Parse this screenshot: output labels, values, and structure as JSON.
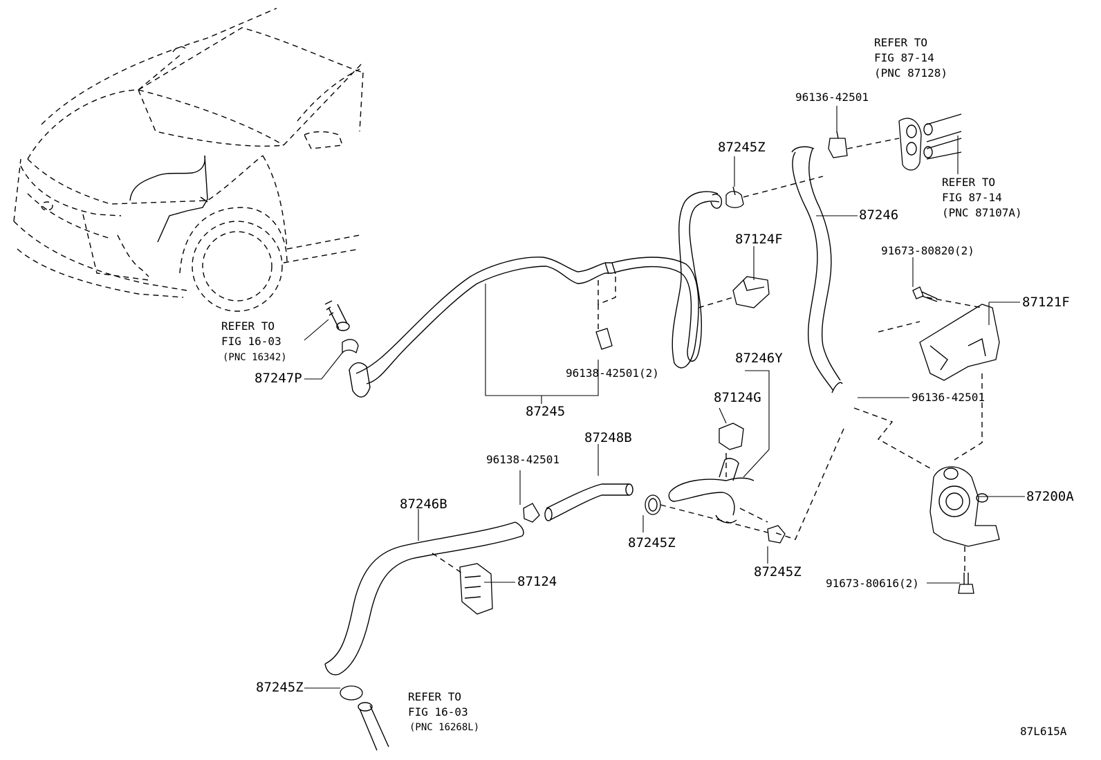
{
  "diagram": {
    "figure_code": "87L615A",
    "parts": {
      "p87245": "87245",
      "p87245z_top": "87245Z",
      "p87245z_mid": "87245Z",
      "p87245z_right": "87245Z",
      "p87245z_bottom": "87245Z",
      "p87246": "87246",
      "p87246b": "87246B",
      "p87246y": "87246Y",
      "p87247p": "87247P",
      "p87248b": "87248B",
      "p87124": "87124",
      "p87124f": "87124F",
      "p87124g": "87124G",
      "p87121f": "87121F",
      "p87200a": "87200A",
      "clip_96136_top": "96136-42501",
      "clip_96136_right": "96136-42501",
      "clip_96138_2": "96138-42501(2)",
      "clip_96138_left": "96138-42501",
      "bolt_91673_80820": "91673-80820(2)",
      "bolt_91673_80616": "91673-80616(2)"
    },
    "references": {
      "ref_87128": {
        "l1": "REFER TO",
        "l2": "FIG 87-14",
        "l3": "(PNC 87128)"
      },
      "ref_87107a": {
        "l1": "REFER TO",
        "l2": "FIG 87-14",
        "l3": "(PNC 87107A)"
      },
      "ref_16342": {
        "l1": "REFER TO",
        "l2": "FIG 16-03",
        "l3": "(PNC 16342)"
      },
      "ref_16268l": {
        "l1": "REFER TO",
        "l2": "FIG 16-03",
        "l3": "(PNC 16268L)"
      }
    }
  }
}
